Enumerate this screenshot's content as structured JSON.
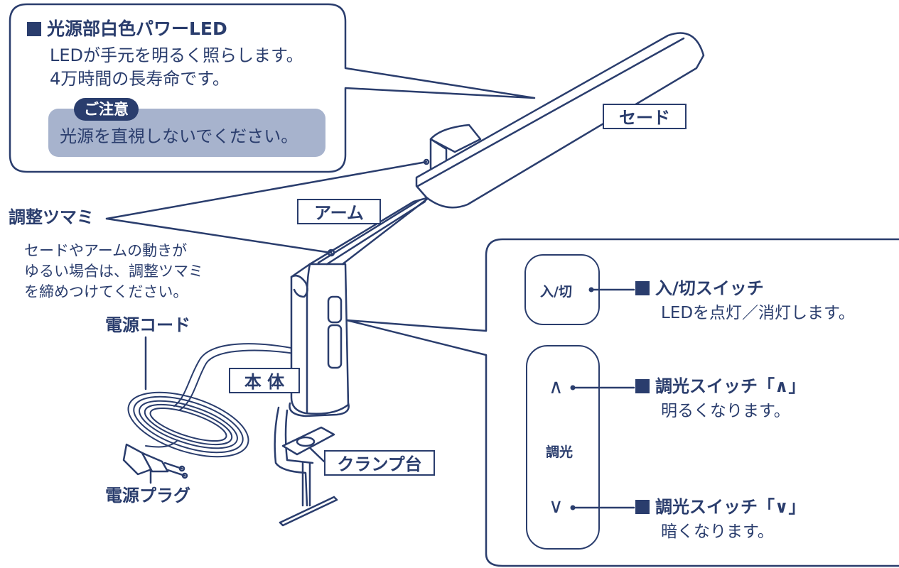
{
  "callouts": {
    "light_source": {
      "title": "光源部白色パワーLED",
      "line1": "LEDが手元を明るく照らします。",
      "line2": "4万時間の長寿命です。",
      "caution_label": "ご注意",
      "caution_text": "光源を直視しないでください。"
    },
    "knob": {
      "title": "調整ツマミ",
      "line1": "セードやアームの動きが",
      "line2": "ゆるい場合は、調整ツマミ",
      "line3": "を締めつけてください。"
    }
  },
  "labels": {
    "shade": "セード",
    "arm": "アーム",
    "body": "本 体",
    "clamp": "クランプ台",
    "cord": "電源コード",
    "plug": "電源プラグ"
  },
  "panel": {
    "power_button": "入/切",
    "dimmer_label": "調光",
    "up_symbol": "∧",
    "down_symbol": "∨",
    "power_title": "入/切スイッチ",
    "power_desc": "LEDを点灯／消灯します。",
    "up_title": "調光スイッチ「∧」",
    "up_desc": "明るくなります。",
    "down_title": "調光スイッチ「∨」",
    "down_desc": "暗くなります。"
  },
  "colors": {
    "ink": "#2a3d6d",
    "caution_bg": "#a7b3cd"
  }
}
